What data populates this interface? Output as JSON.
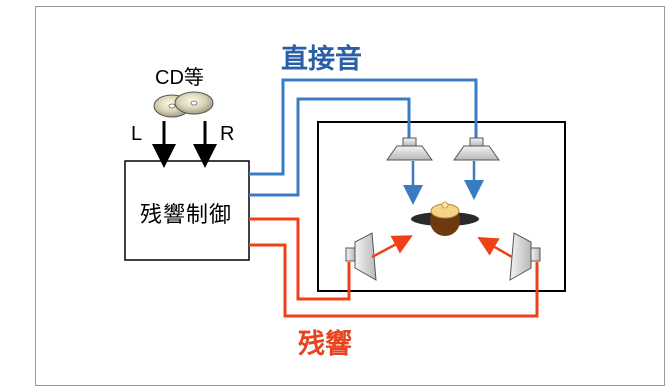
{
  "labels": {
    "source": "CD等",
    "left": "L",
    "right": "R",
    "controller": "残響制御",
    "direct_sound": "直接音",
    "reverb": "残響"
  },
  "colors": {
    "direct": "#3a7cc4",
    "reverb": "#f0401a",
    "direct_label": "#2a5fa8",
    "reverb_label": "#e8431f"
  },
  "icons": [
    "cd-discs-icon",
    "speaker-icon",
    "listener-icon"
  ]
}
